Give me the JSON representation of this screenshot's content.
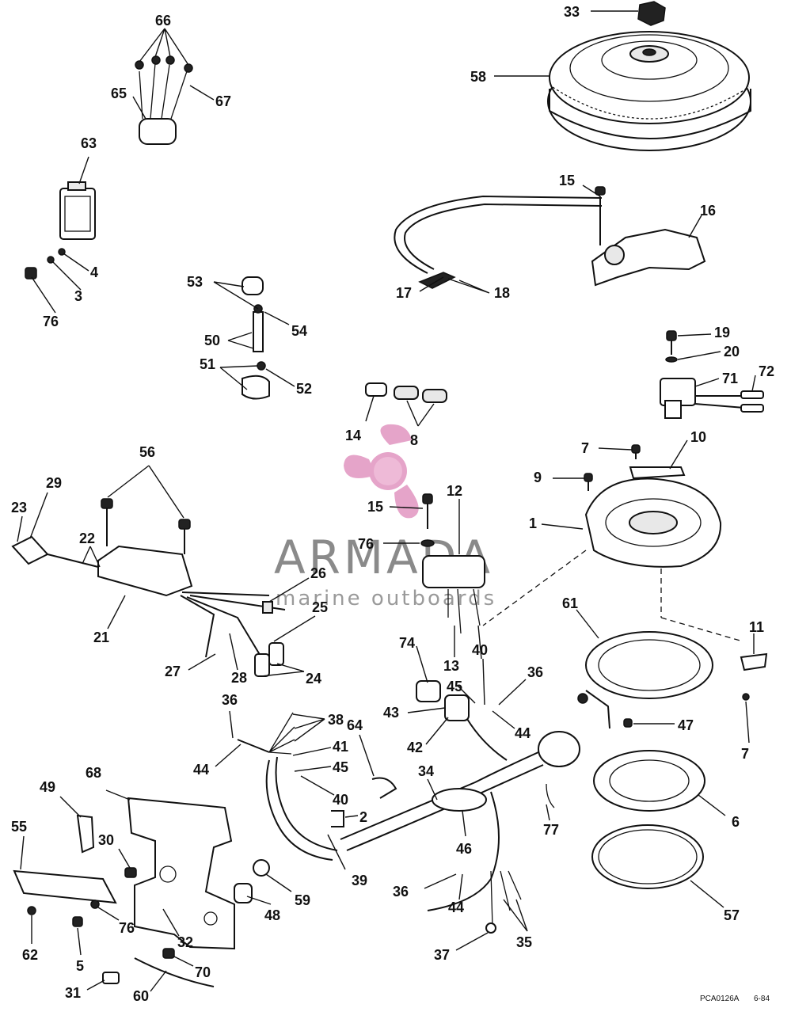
{
  "watermark": {
    "brand": "ARMADA",
    "tagline": "marine outboards",
    "accent_color": "#e39bc4",
    "text_color": "#8a8a8a"
  },
  "footer": {
    "code": "PCA0126A",
    "date": "6-84"
  },
  "labels": [
    "33",
    "58",
    "66",
    "65",
    "67",
    "63",
    "4",
    "3",
    "76",
    "15",
    "16",
    "17",
    "18",
    "53",
    "54",
    "50",
    "51",
    "52",
    "19",
    "20",
    "71",
    "72",
    "14",
    "8",
    "7",
    "10",
    "9",
    "12",
    "15",
    "1",
    "76",
    "56",
    "29",
    "23",
    "22",
    "26",
    "25",
    "21",
    "27",
    "28",
    "24",
    "13",
    "40",
    "74",
    "45",
    "36",
    "43",
    "42",
    "44",
    "61",
    "11",
    "7",
    "47",
    "36",
    "38",
    "64",
    "44",
    "41",
    "45",
    "40",
    "34",
    "2",
    "39",
    "46",
    "77",
    "6",
    "49",
    "68",
    "55",
    "30",
    "59",
    "48",
    "76",
    "32",
    "57",
    "36",
    "44",
    "62",
    "5",
    "70",
    "37",
    "35",
    "31",
    "60"
  ]
}
